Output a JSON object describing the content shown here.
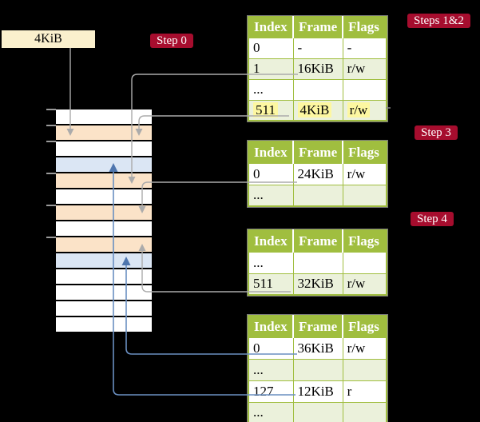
{
  "labels": {
    "page_size": "4KiB",
    "step0": "Step 0",
    "steps_1_2": "Steps 1&2",
    "step3": "Step 3",
    "step4": "Step 4"
  },
  "colors": {
    "badge_red": "#A60D2E",
    "table_header_green": "#A0BE3F",
    "table_alt_row_green": "#EBF1DB",
    "highlight_yellow": "#FDF7A1",
    "page_box_cream": "#FAF0CD",
    "frame_peach": "#FBE3C8",
    "frame_blue": "#DBE6F4",
    "gray_connector": "#ABABAB",
    "blue_connector": "#6A8FC1"
  },
  "tables": [
    {
      "name": "page-table-steps-1-2",
      "headers": [
        "Index",
        "Frame",
        "Flags"
      ],
      "rows": [
        {
          "cells": [
            "0",
            "-",
            "-"
          ],
          "highlight": false
        },
        {
          "cells": [
            "1",
            "16KiB",
            "r/w"
          ],
          "highlight": false
        },
        {
          "cells": [
            "...",
            "",
            ""
          ],
          "highlight": false
        },
        {
          "cells": [
            "511",
            "4KiB",
            "r/w"
          ],
          "highlight": true
        }
      ]
    },
    {
      "name": "page-table-step-3",
      "headers": [
        "Index",
        "Frame",
        "Flags"
      ],
      "rows": [
        {
          "cells": [
            "0",
            "24KiB",
            "r/w"
          ],
          "highlight": false
        },
        {
          "cells": [
            "...",
            "",
            ""
          ],
          "highlight": false
        }
      ]
    },
    {
      "name": "page-table-step-4",
      "headers": [
        "Index",
        "Frame",
        "Flags"
      ],
      "rows": [
        {
          "cells": [
            "...",
            "",
            ""
          ],
          "highlight": false
        },
        {
          "cells": [
            "511",
            "32KiB",
            "r/w"
          ],
          "highlight": false
        }
      ]
    },
    {
      "name": "page-table-final",
      "headers": [
        "Index",
        "Frame",
        "Flags"
      ],
      "rows": [
        {
          "cells": [
            "0",
            "36KiB",
            "r/w"
          ],
          "highlight": false
        },
        {
          "cells": [
            "...",
            "",
            ""
          ],
          "highlight": false
        },
        {
          "cells": [
            "127",
            "12KiB",
            "r"
          ],
          "highlight": false
        },
        {
          "cells": [
            "...",
            "",
            ""
          ],
          "highlight": false
        }
      ]
    }
  ],
  "memory_stack": {
    "frame_size": "4KiB",
    "rows": [
      "white",
      "peach",
      "white",
      "blue",
      "peach",
      "white",
      "peach",
      "white",
      "peach",
      "blue",
      "white",
      "white",
      "white",
      "white"
    ]
  },
  "connections": [
    {
      "from": "4KiB label box",
      "to": "memory frame row 2 (4KiB)",
      "color": "gray"
    },
    {
      "from": "table1 entry 1 -> 16KiB",
      "to": "memory frame row 5 (16KiB)",
      "color": "gray"
    },
    {
      "from": "table1 entry 511 -> 4KiB",
      "to": "memory frame row 2 (4KiB)",
      "color": "gray"
    },
    {
      "from": "table2 entry 0 -> 24KiB",
      "to": "memory frame row 7 (24KiB)",
      "color": "gray"
    },
    {
      "from": "table3 entry 511 -> 32KiB",
      "to": "memory frame row 9 (32KiB)",
      "color": "gray"
    },
    {
      "from": "table4 entry 0 -> 36KiB",
      "to": "memory frame row 10 (36KiB)",
      "color": "blue"
    },
    {
      "from": "table4 entry 127 -> 12KiB",
      "to": "memory frame row 4 (12KiB)",
      "color": "blue"
    }
  ]
}
